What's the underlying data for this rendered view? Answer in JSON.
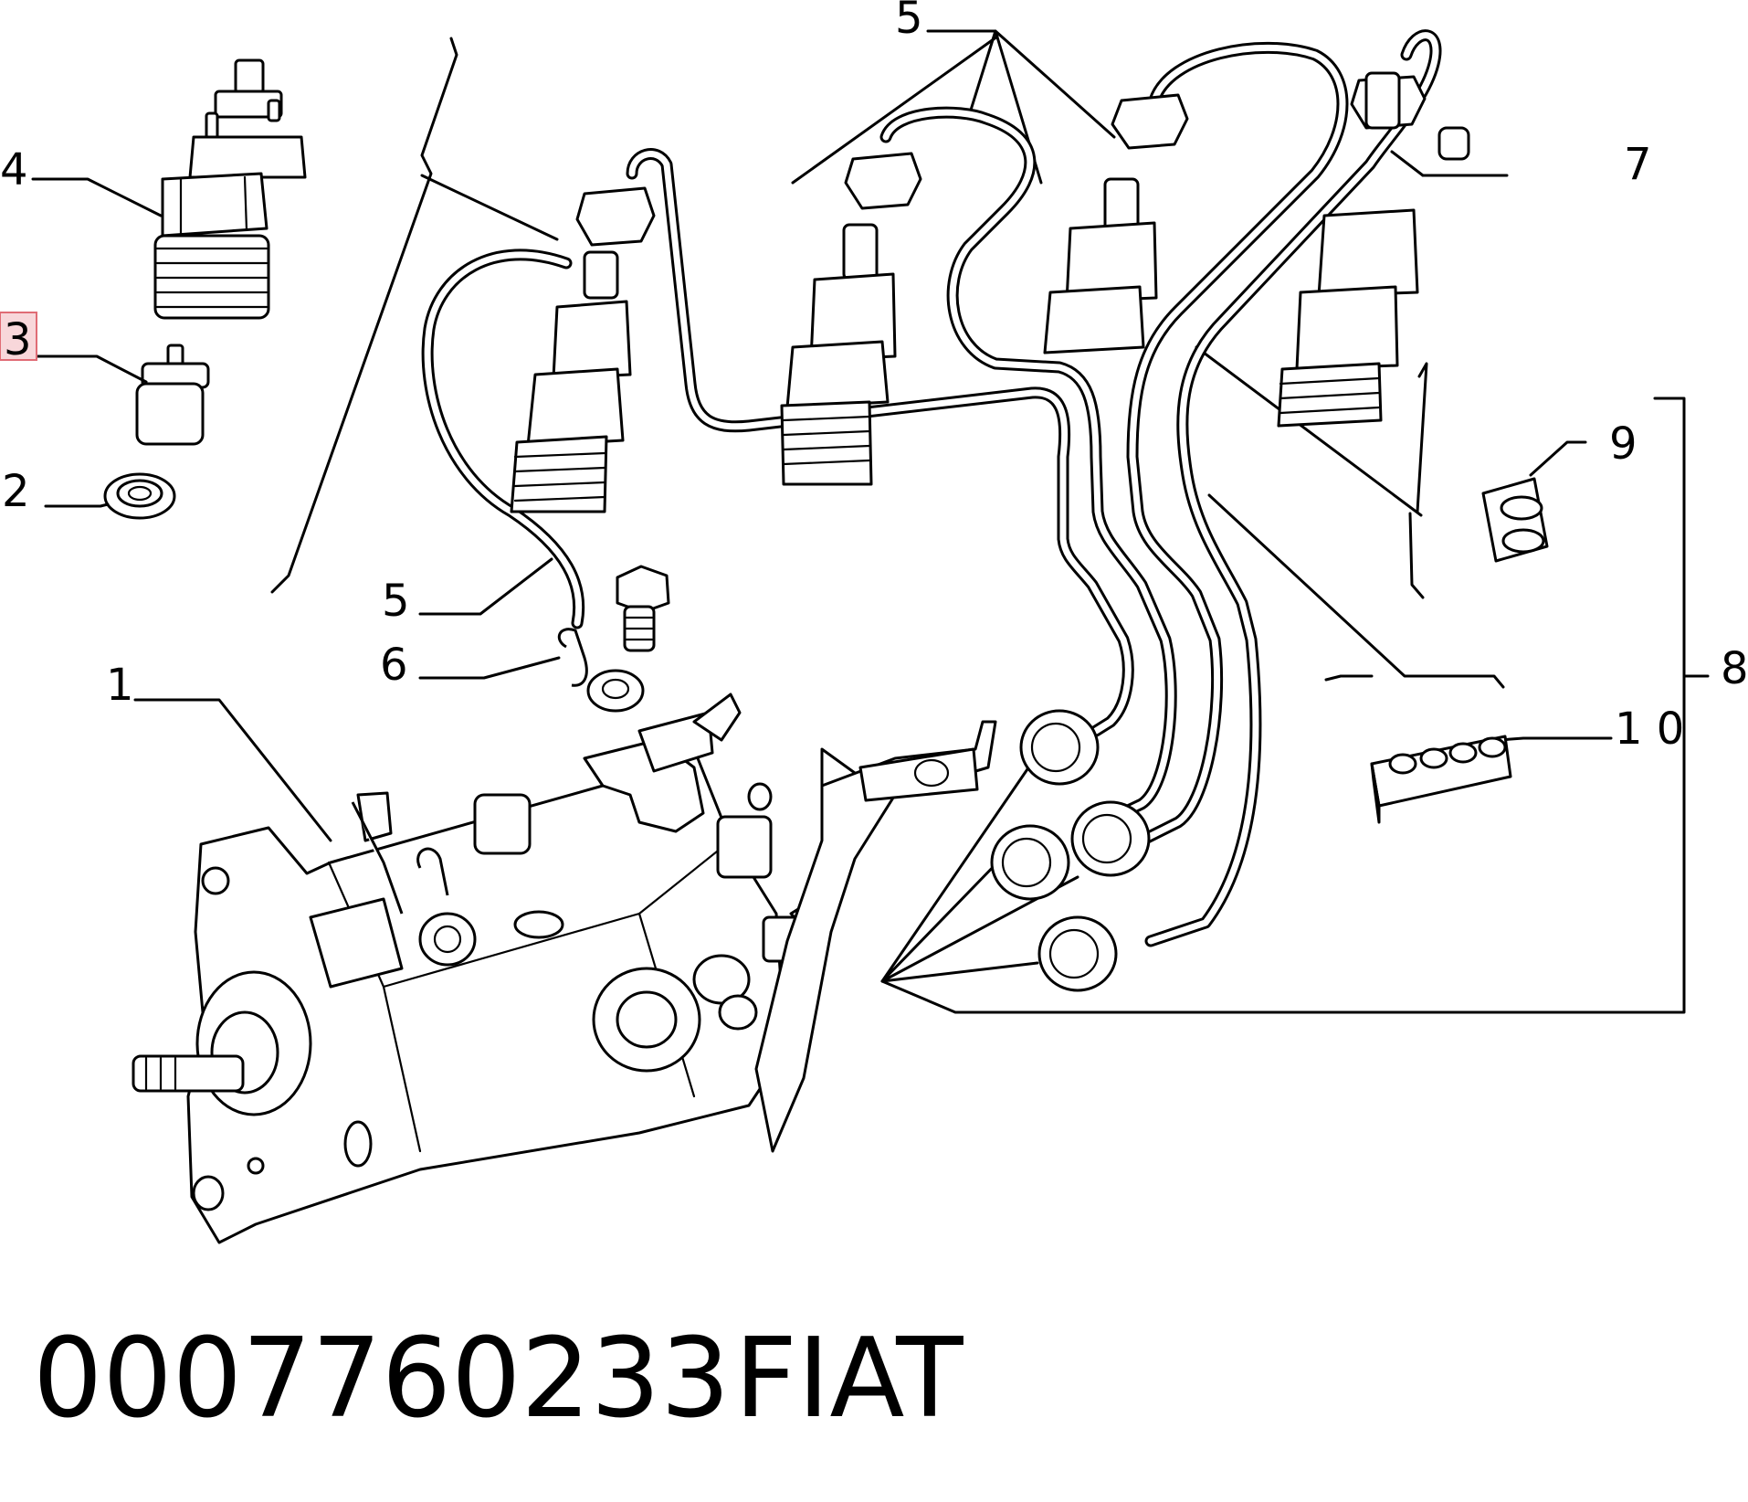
{
  "callouts": {
    "c1": "1",
    "c2": "2",
    "c3": "3",
    "c4": "4",
    "c5_top": "5",
    "c5_mid": "5",
    "c6": "6",
    "c7": "7",
    "c8": "8",
    "c9": "9",
    "c10": "1 0"
  },
  "footer": {
    "part_number": "0007760233",
    "brand": "FIAT"
  },
  "colors": {
    "highlight_fill": "#f8d7da",
    "highlight_stroke": "#e06c75",
    "ink": "#000000"
  }
}
